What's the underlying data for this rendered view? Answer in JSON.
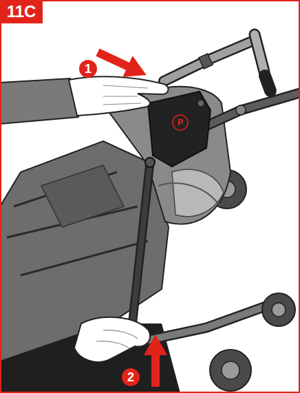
{
  "diagram": {
    "nodes": [
      {
        "text": [
          "11C"
        ]
      }
    ],
    "labels": [
      "1",
      "2",
      "P"
    ]
  }
}
